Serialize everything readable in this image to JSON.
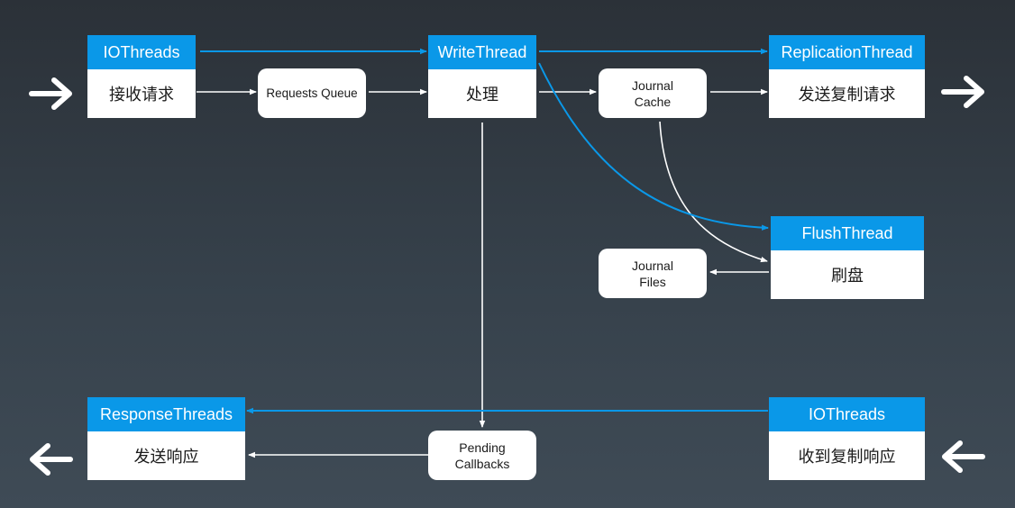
{
  "threads": {
    "io_in": {
      "header": "IOThreads",
      "body": "接收请求"
    },
    "write": {
      "header": "WriteThread",
      "body": "处理"
    },
    "replication": {
      "header": "ReplicationThread",
      "body": "发送复制请求"
    },
    "flush": {
      "header": "FlushThread",
      "body": "刷盘"
    },
    "response": {
      "header": "ResponseThreads",
      "body": "发送响应"
    },
    "io_out": {
      "header": "IOThreads",
      "body": "收到复制响应"
    }
  },
  "stores": {
    "requests_queue": "Requests Queue",
    "journal_cache": "Journal\nCache",
    "journal_files": "Journal\nFiles",
    "pending_callbacks": "Pending\nCallbacks"
  },
  "colors": {
    "header_blue": "#0a98e8",
    "box_white": "#ffffff",
    "arrow_white": "#ffffff",
    "arrow_blue": "#0a98e8"
  }
}
